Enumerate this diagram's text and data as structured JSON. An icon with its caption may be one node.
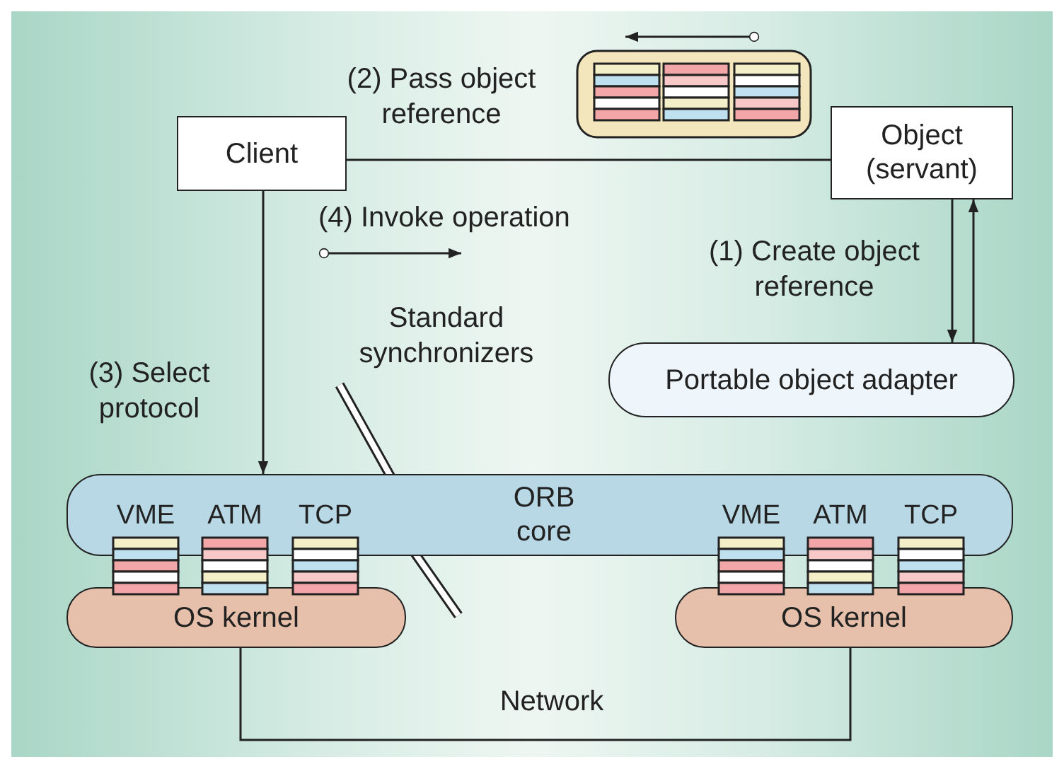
{
  "diagram": {
    "nodes": [
      {
        "text": [
          "Client"
        ]
      },
      {
        "text": [
          "Object (servant)"
        ]
      },
      {
        "text": [
          "Portable object adapter"
        ]
      },
      {
        "text": [
          "ORB core"
        ]
      },
      {
        "text": [
          "OS kernel"
        ]
      },
      {
        "text": [
          "OS kernel"
        ]
      }
    ],
    "edges": [
      {
        "from": 0,
        "to": 1,
        "arrow": "none",
        "label": "(2) Pass object reference"
      },
      {
        "from": 1,
        "to": 2,
        "arrow": "to",
        "label": "(1) Create object reference"
      },
      {
        "from": 2,
        "to": 1,
        "arrow": "to"
      },
      {
        "from": 0,
        "to": 3,
        "arrow": "to",
        "label": "(3) Select protocol"
      },
      {
        "from": 4,
        "to": 5,
        "arrow": "none",
        "label": "Network"
      }
    ],
    "labels": [
      "(4) Invoke operation",
      "Standard synchronizers",
      "VME",
      "ATM",
      "TCP",
      "VME",
      "ATM",
      "TCP"
    ]
  }
}
